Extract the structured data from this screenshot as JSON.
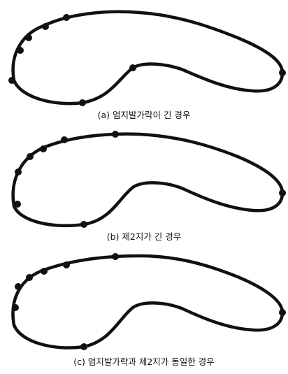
{
  "panels": [
    {
      "id": "a",
      "caption": "(a) 엄지발가락이 긴 경우"
    },
    {
      "id": "b",
      "caption": "(b) 제2지가 긴 경우"
    },
    {
      "id": "c",
      "caption": "(c) 엄지발가락과 제2지가 동일한 경우"
    }
  ],
  "style": {
    "outline_color": "#111111",
    "background": "#ffffff"
  }
}
